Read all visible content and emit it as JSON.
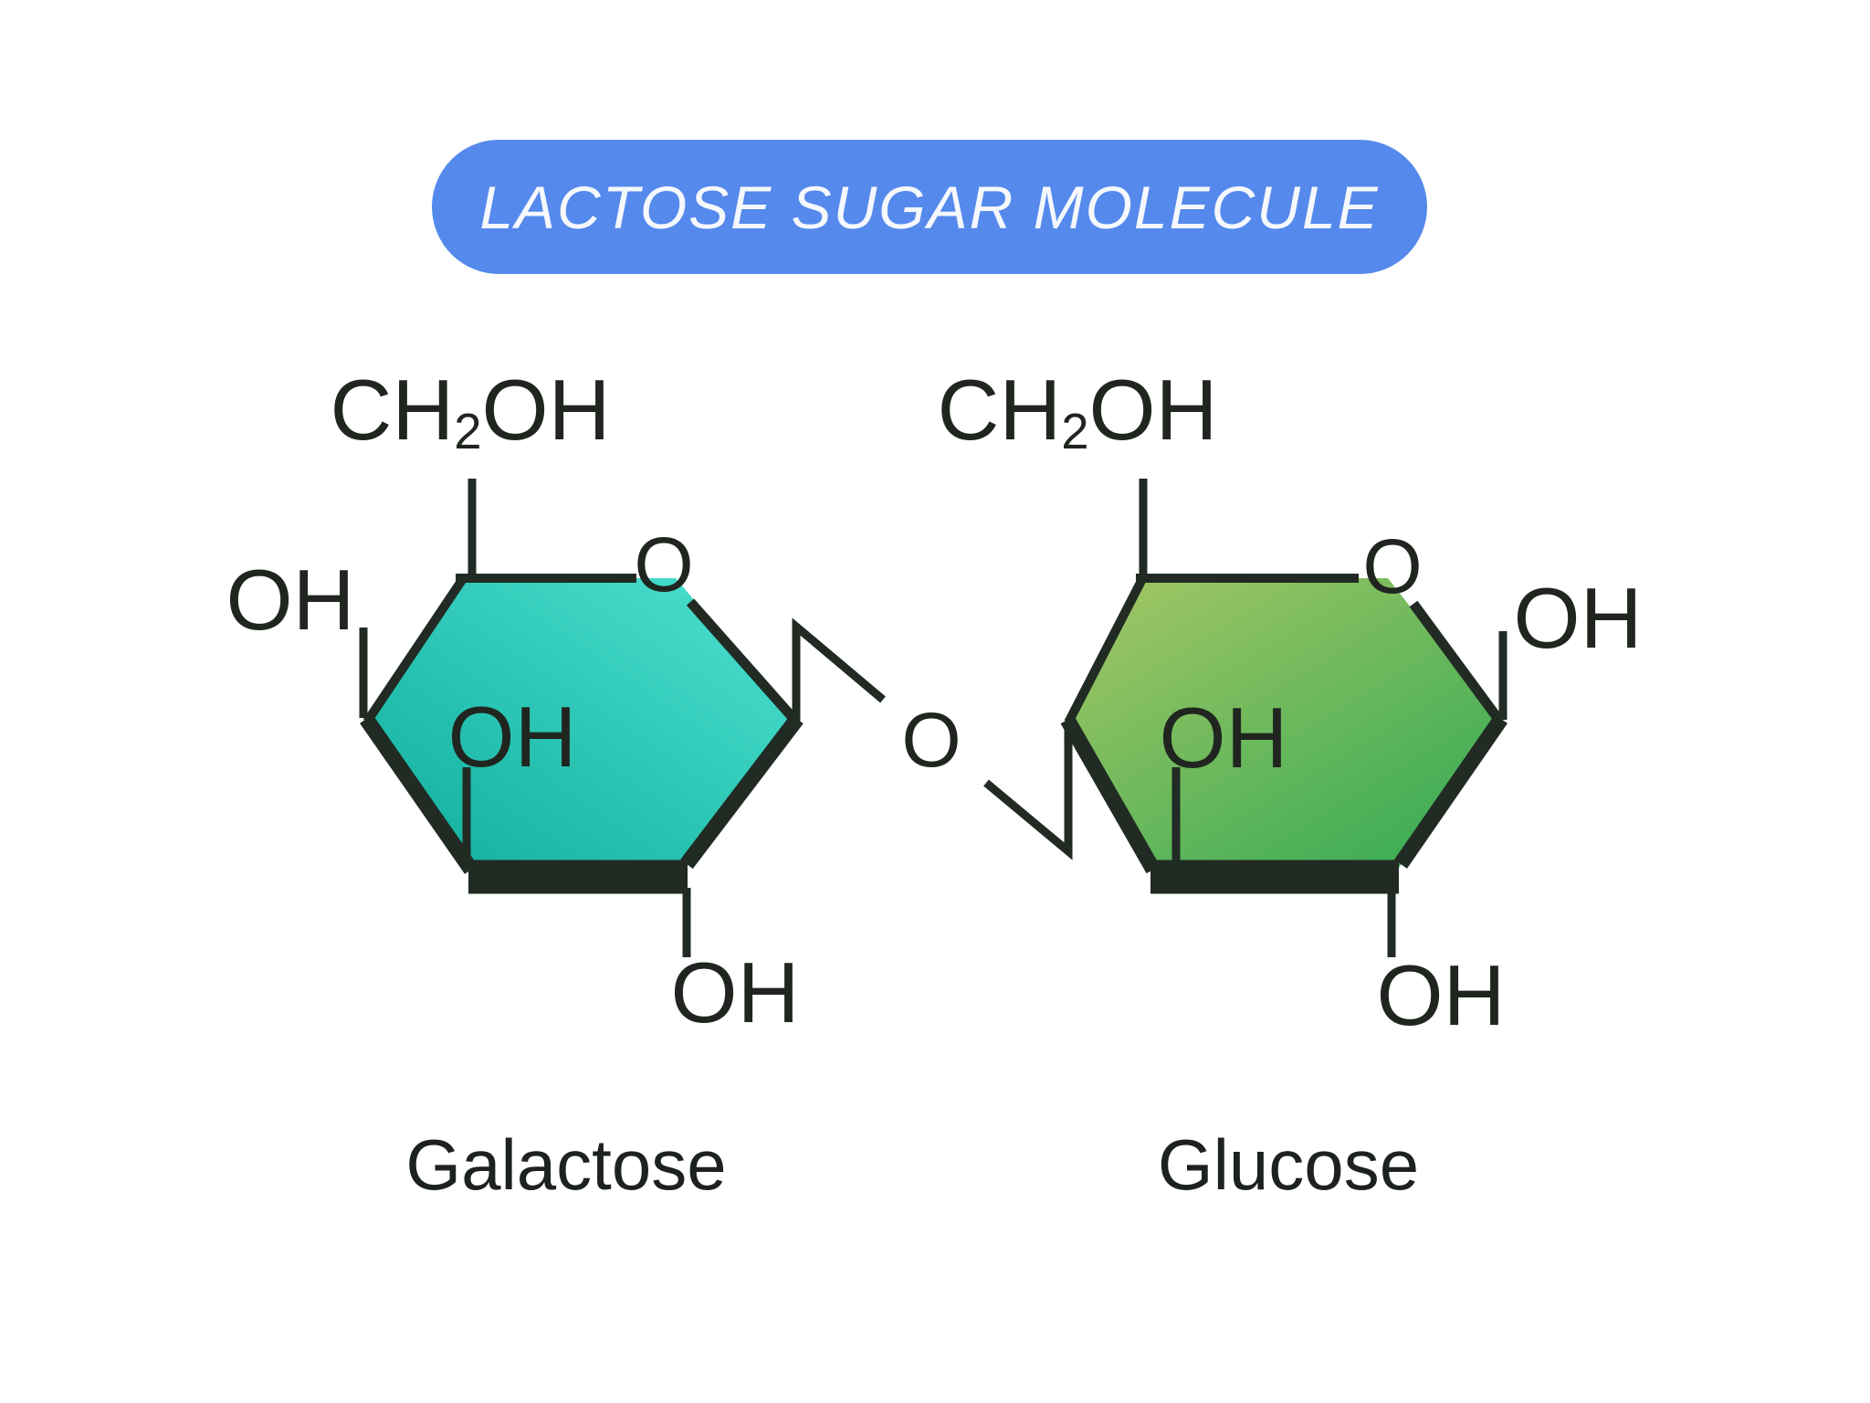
{
  "title": "LACTOSE SUGAR MOLECULE",
  "colors": {
    "title_bg": "#5589ec",
    "title_text": "#f5f8fd",
    "outline": "#212b24",
    "label_text": "#20261f",
    "galactose_fill_light": "#4de2d1",
    "galactose_fill_dark": "#10ad9d",
    "glucose_fill_light": "#a7c764",
    "glucose_fill_dark": "#36ab55"
  },
  "bond": {
    "oxygen": "O"
  },
  "molecules": [
    {
      "name": "Galactose",
      "ring_oxygen": "O",
      "groups": {
        "top": {
          "pre": "CH",
          "sub": "2",
          "post": "OH"
        },
        "left": "OH",
        "inner": "OH",
        "bottom": "OH"
      }
    },
    {
      "name": "Glucose",
      "ring_oxygen": "O",
      "groups": {
        "top": {
          "pre": "CH",
          "sub": "2",
          "post": "OH"
        },
        "right": "OH",
        "inner": "OH",
        "bottom": "OH"
      }
    }
  ]
}
